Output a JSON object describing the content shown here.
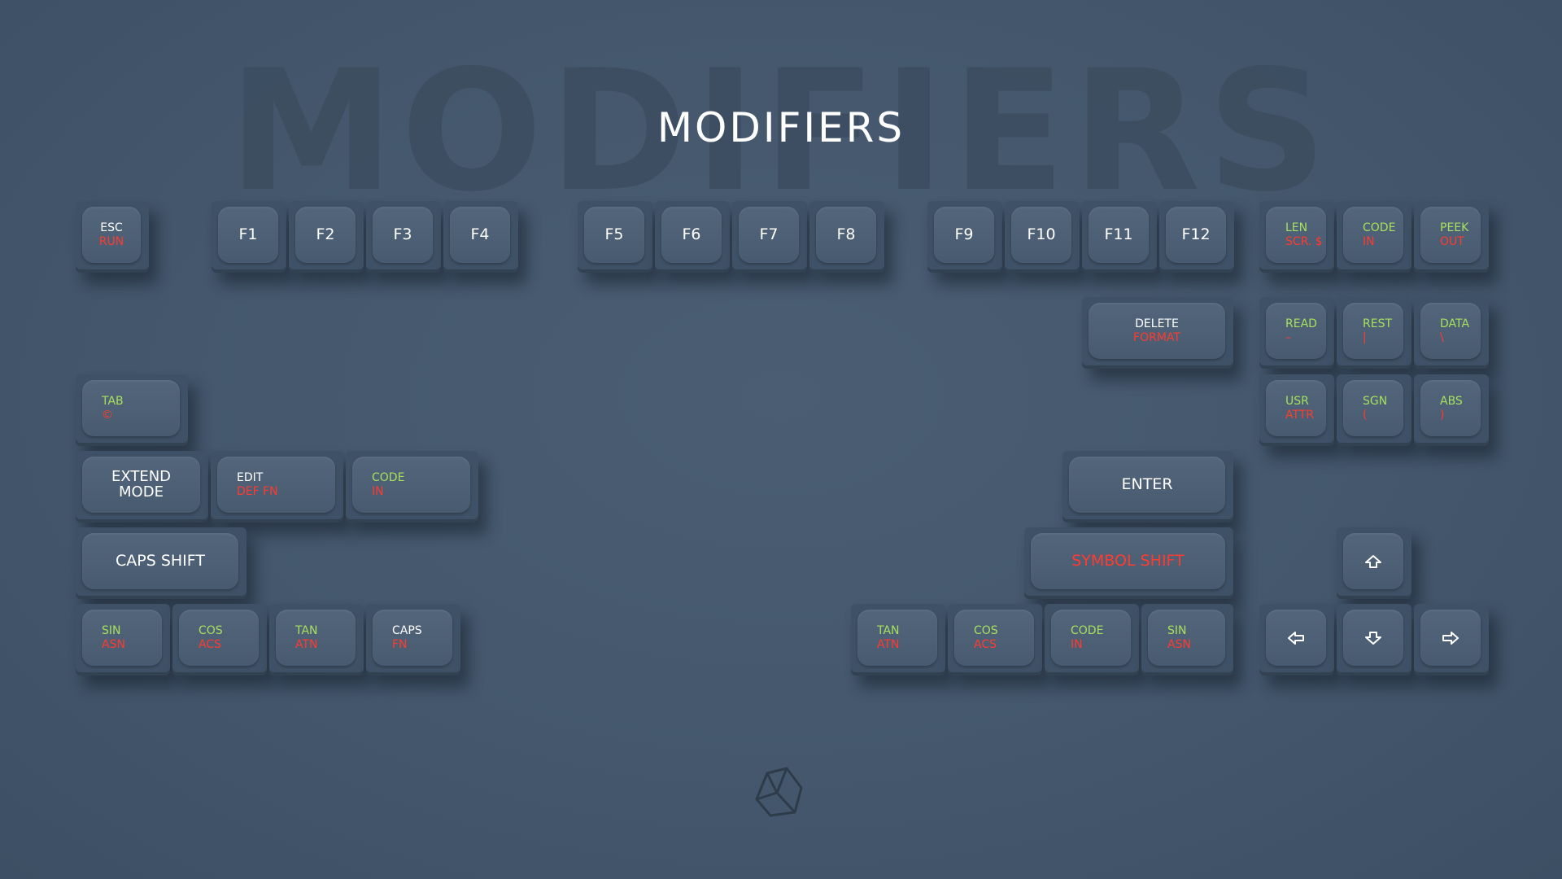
{
  "page": {
    "background_word": "MODIFIERS",
    "title": "MODIFIERS"
  },
  "colors": {
    "background": "#44576d",
    "key_base": "#3f5166",
    "key_top": "#4c5f75",
    "legend_white": "#ffffff",
    "legend_green": "#a6e05c",
    "legend_red": "#ff3b2f"
  },
  "keys": {
    "esc": {
      "primary": "ESC",
      "secondary": "RUN"
    },
    "f1": "F1",
    "f2": "F2",
    "f3": "F3",
    "f4": "F4",
    "f5": "F5",
    "f6": "F6",
    "f7": "F7",
    "f8": "F8",
    "f9": "F9",
    "f10": "F10",
    "f11": "F11",
    "f12": "F12",
    "len": {
      "primary": "LEN",
      "secondary": "SCR. $"
    },
    "code_top": {
      "primary": "CODE",
      "secondary": "IN"
    },
    "peek": {
      "primary": "PEEK",
      "secondary": "OUT"
    },
    "delete": {
      "primary": "DELETE",
      "secondary": "FORMAT"
    },
    "read": {
      "primary": "READ",
      "secondary": "–"
    },
    "rest": {
      "primary": "REST",
      "secondary": "|"
    },
    "data": {
      "primary": "DATA",
      "secondary": "\\"
    },
    "usr": {
      "primary": "USR",
      "secondary": "ATTR"
    },
    "sgn": {
      "primary": "SGN",
      "secondary": "("
    },
    "abs": {
      "primary": "ABS",
      "secondary": ")"
    },
    "tab": {
      "primary": "TAB",
      "secondary": "©"
    },
    "extend_mode": {
      "line1": "EXTEND",
      "line2": "MODE"
    },
    "edit": {
      "primary": "EDIT",
      "secondary": "DEF FN"
    },
    "code_left": {
      "primary": "CODE",
      "secondary": "IN"
    },
    "enter": "ENTER",
    "caps_shift": "CAPS SHIFT",
    "symbol_shift": "SYMBOL SHIFT",
    "sin_left": {
      "primary": "SIN",
      "secondary": "ASN"
    },
    "cos_left": {
      "primary": "COS",
      "secondary": "ACS"
    },
    "tan_left": {
      "primary": "TAN",
      "secondary": "ATN"
    },
    "caps": {
      "primary": "CAPS",
      "secondary": "FN"
    },
    "tan_right": {
      "primary": "TAN",
      "secondary": "ATN"
    },
    "cos_right": {
      "primary": "COS",
      "secondary": "ACS"
    },
    "code_bottom": {
      "primary": "CODE",
      "secondary": "IN"
    },
    "sin_right": {
      "primary": "SIN",
      "secondary": "ASN"
    },
    "arrows": {
      "up": "arrow-up-icon",
      "left": "arrow-left-icon",
      "down": "arrow-down-icon",
      "right": "arrow-right-icon"
    }
  },
  "logo": "keycap-logo-icon"
}
